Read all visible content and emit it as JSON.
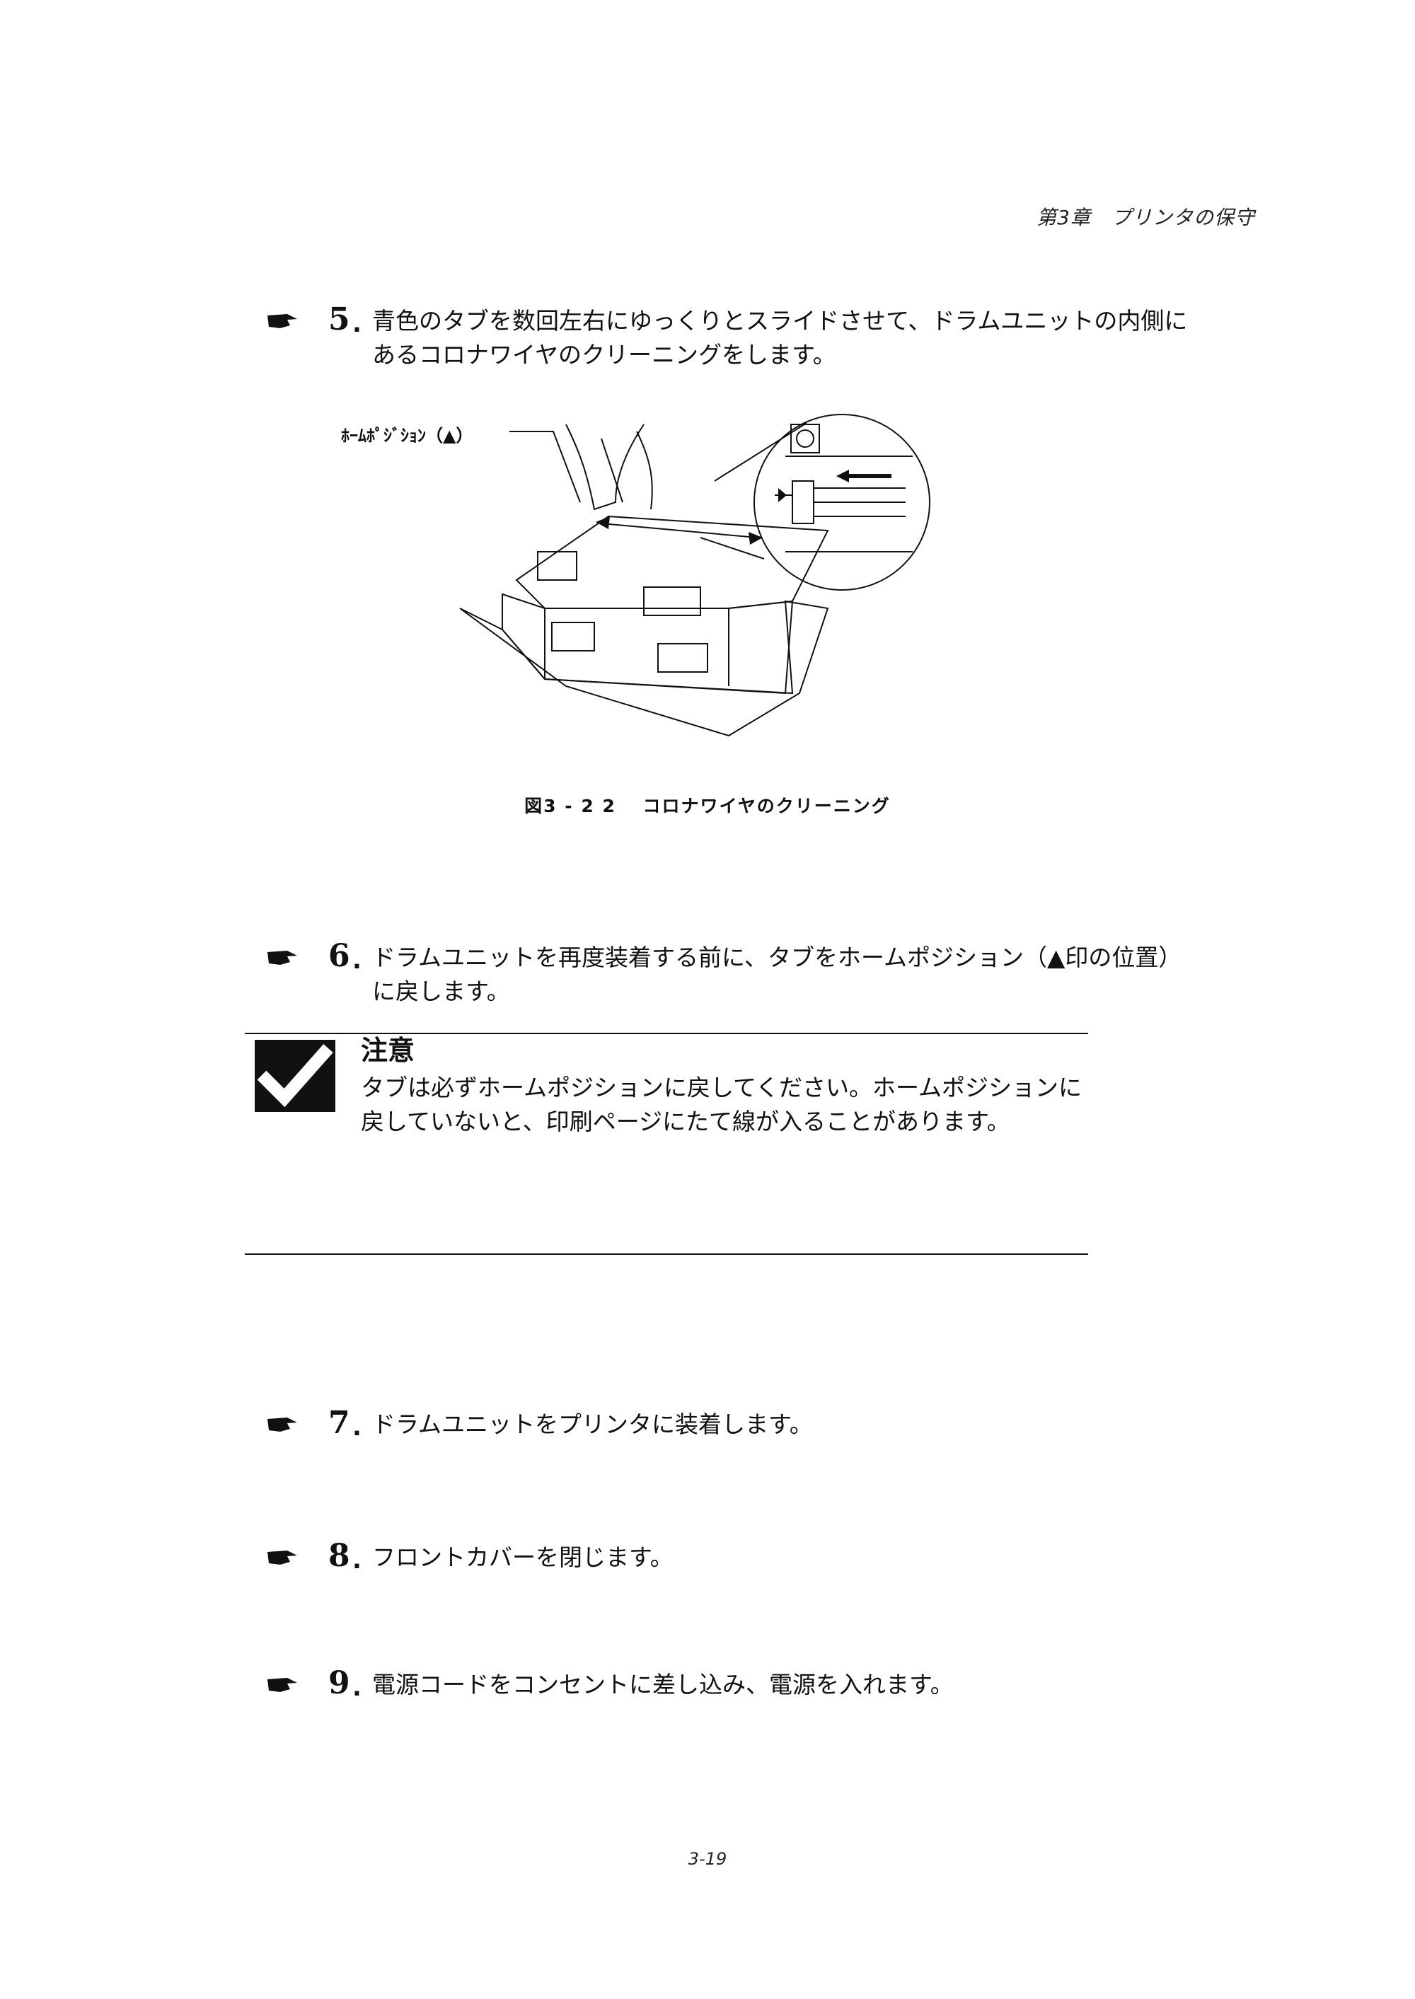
{
  "header": {
    "text": "第3章　プリンタの保守"
  },
  "steps": [
    {
      "num": "5",
      "line1": "青色のタブを数回左右にゆっくりとスライドさせて、ドラムユニットの内側に",
      "line2": "あるコロナワイヤのクリーニングをします。"
    },
    {
      "num": "6",
      "line1": "ドラムユニットを再度装着する前に、タブをホームポジション（▲印の位置）",
      "line2": "に戻します。"
    },
    {
      "num": "7",
      "line1": "ドラムユニットをプリンタに装着します。",
      "line2": ""
    },
    {
      "num": "8",
      "line1": "フロントカバーを閉じます。",
      "line2": ""
    },
    {
      "num": "9",
      "line1": "電源コードをコンセントに差し込み、電源を入れます。",
      "line2": ""
    }
  ],
  "figure": {
    "label": "ﾎｰﾑﾎﾟｼﾞｼｮﾝ（▲）",
    "caption": "図3 - 2 2　 コロナワイヤのクリーニング"
  },
  "notice": {
    "title": "注意",
    "line1": "タブは必ずホームポジションに戻してください。ホームポジションに",
    "line2": "戻していないと、印刷ページにたて線が入ることがあります。"
  },
  "footer": {
    "page": "3-19"
  }
}
